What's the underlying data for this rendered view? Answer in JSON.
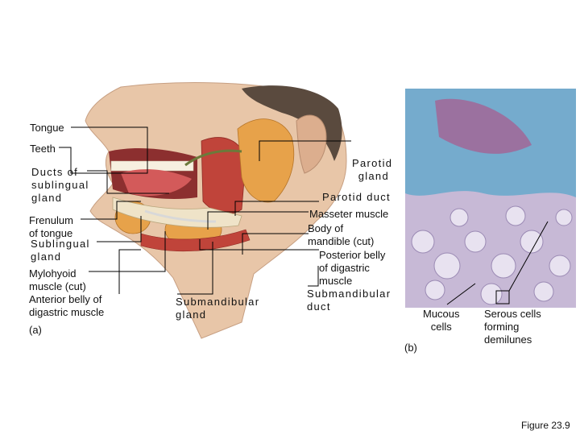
{
  "labels": {
    "tongue": "Tongue",
    "teeth": "Teeth",
    "ducts_sublingual": "Ducts of\nsublingual\ngland",
    "frenulum": "Frenulum\nof tongue",
    "sublingual_gland": "Sublingual\ngland",
    "mylohyoid": "Mylohyoid\nmuscle (cut)",
    "anterior_belly": "Anterior belly of\ndigastric muscle",
    "panel_a": "(a)",
    "submandibular_gland": "Submandibular\ngland",
    "parotid_gland": "Parotid\ngland",
    "parotid_duct": "Parotid duct",
    "masseter": "Masseter muscle",
    "body_mandible": "Body of\nmandible (cut)",
    "posterior_belly": "Posterior belly\nof digastric\nmuscle",
    "submandibular_duct": "Submandibular\nduct",
    "mucous_cells": "Mucous\ncells",
    "serous_cells": "Serous cells\nforming\ndemilunes",
    "panel_b": "(b)",
    "figure": "Figure 23.9"
  },
  "colors": {
    "skin": "#e8c6a8",
    "muscle": "#c0443a",
    "gland": "#e7a24a",
    "stain_blue": "#5aa7c9",
    "stain_pink": "#b9417a",
    "leader": "#000000"
  }
}
